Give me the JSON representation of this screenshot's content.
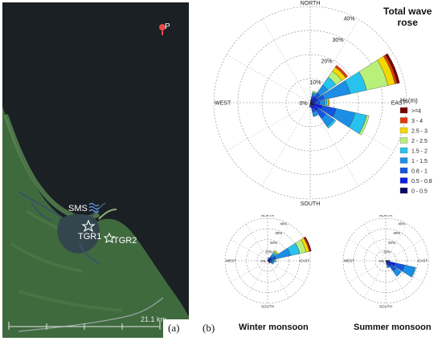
{
  "panel_a": {
    "label": "(a)",
    "sites": {
      "point_p": "P",
      "sms": "SMS",
      "tgr1": "TGR1",
      "tgr2": "TGR2"
    },
    "scale_text": "21.1 km"
  },
  "panel_b": {
    "label": "(b)"
  },
  "roses": {
    "total": {
      "title_line1": "Total wave",
      "title_line2": "rose",
      "dirs": {
        "north": "NORTH",
        "south": "SOUTH",
        "east": "EAST",
        "west": "WEST"
      },
      "rings": [
        "0%",
        "10%",
        "20%",
        "30%",
        "40%"
      ]
    },
    "winter": {
      "title": "Winter monsoon",
      "dirs": {
        "north": "NORTH",
        "south": "SOUTH",
        "east": "EAST",
        "west": "WEST"
      },
      "rings": [
        "0%",
        "10%",
        "20%",
        "30%",
        "40%"
      ]
    },
    "summer": {
      "title": "Summer monsoon",
      "dirs": {
        "north": "NORTH",
        "south": "SOUTH",
        "east": "EAST",
        "west": "WEST"
      },
      "rings": [
        "0%",
        "10%",
        "20%",
        "30%",
        "40%"
      ]
    }
  },
  "legend": {
    "title": "Hs(m)",
    "items": [
      {
        "label": ">=4",
        "color": "#7a0000"
      },
      {
        "label": "3 - 4",
        "color": "#e03a10"
      },
      {
        "label": "2.5 - 3",
        "color": "#f4d800"
      },
      {
        "label": "2 - 2.5",
        "color": "#b8f07a"
      },
      {
        "label": "1.5 - 2",
        "color": "#28c2ee"
      },
      {
        "label": "1 - 1.5",
        "color": "#1c8ee6"
      },
      {
        "label": "0.8 - 1",
        "color": "#1455e0"
      },
      {
        "label": "0.5 - 0.8",
        "color": "#0a1ee8"
      },
      {
        "label": "0 - 0.5",
        "color": "#0a0a64"
      }
    ]
  },
  "chart_data": [
    {
      "type": "wind_rose",
      "title": "Total wave rose",
      "units": "percent frequency",
      "radial_max": 40,
      "bins": [
        "0 - 0.5",
        "0.5 - 0.8",
        "0.8 - 1",
        "1 - 1.5",
        "1.5 - 2",
        "2 - 2.5",
        "2.5 - 3",
        "3 - 4",
        ">=4"
      ],
      "petals": [
        {
          "direction_deg": 67.5,
          "bin_cumulative": [
            1,
            3,
            6,
            17,
            24,
            33,
            36,
            37,
            38
          ]
        },
        {
          "direction_deg": 45,
          "bin_cumulative": [
            1,
            3,
            5,
            9,
            13,
            16,
            18,
            19,
            19
          ]
        },
        {
          "direction_deg": 22.5,
          "bin_cumulative": [
            1,
            2,
            3,
            4,
            4.5,
            5,
            5,
            5,
            5
          ]
        },
        {
          "direction_deg": 90,
          "bin_cumulative": [
            1,
            2,
            4,
            6,
            7,
            7.5,
            8,
            8,
            8
          ]
        },
        {
          "direction_deg": 112.5,
          "bin_cumulative": [
            2,
            5,
            11,
            19,
            24,
            25,
            25,
            25,
            25
          ]
        },
        {
          "direction_deg": 135,
          "bin_cumulative": [
            1.5,
            4,
            8,
            12,
            13,
            13,
            13,
            13,
            13
          ]
        },
        {
          "direction_deg": 157.5,
          "bin_cumulative": [
            1,
            2.5,
            4,
            6,
            6,
            6,
            6,
            6,
            6
          ]
        },
        {
          "direction_deg": 180,
          "bin_cumulative": [
            0.5,
            1,
            2,
            2,
            2,
            2,
            2,
            2,
            2
          ]
        }
      ]
    },
    {
      "type": "wind_rose",
      "title": "Winter monsoon",
      "units": "percent frequency",
      "radial_max": 40,
      "bins": [
        "0 - 0.5",
        "0.5 - 0.8",
        "0.8 - 1",
        "1 - 1.5",
        "1.5 - 2",
        "2 - 2.5",
        "2.5 - 3",
        "3 - 4",
        ">=4"
      ],
      "petals": [
        {
          "direction_deg": 67.5,
          "bin_cumulative": [
            1,
            4,
            8,
            22,
            31,
            37,
            40,
            41,
            42
          ]
        },
        {
          "direction_deg": 45,
          "bin_cumulative": [
            1,
            3,
            5,
            8,
            10,
            11,
            12,
            12,
            12
          ]
        },
        {
          "direction_deg": 22.5,
          "bin_cumulative": [
            0.5,
            1,
            2,
            3,
            3,
            3,
            3,
            3,
            3
          ]
        },
        {
          "direction_deg": 90,
          "bin_cumulative": [
            1,
            2,
            4,
            6,
            7,
            8,
            8,
            8,
            8
          ]
        },
        {
          "direction_deg": 112.5,
          "bin_cumulative": [
            1,
            2,
            4,
            6,
            6,
            6,
            6,
            6,
            6
          ]
        },
        {
          "direction_deg": 135,
          "bin_cumulative": [
            1,
            2,
            3,
            3,
            3,
            3,
            3,
            3,
            3
          ]
        }
      ]
    },
    {
      "type": "wind_rose",
      "title": "Summer monsoon",
      "units": "percent frequency",
      "radial_max": 40,
      "bins": [
        "0 - 0.5",
        "0.5 - 0.8",
        "0.8 - 1",
        "1 - 1.5",
        "1.5 - 2",
        "2 - 2.5",
        "2.5 - 3",
        "3 - 4",
        ">=4"
      ],
      "petals": [
        {
          "direction_deg": 112.5,
          "bin_cumulative": [
            3,
            9,
            18,
            28,
            29,
            29,
            29,
            29,
            29
          ]
        },
        {
          "direction_deg": 135,
          "bin_cumulative": [
            2,
            6,
            12,
            18,
            18,
            18,
            18,
            18,
            18
          ]
        },
        {
          "direction_deg": 157.5,
          "bin_cumulative": [
            1,
            3,
            5,
            7,
            7,
            7,
            7,
            7,
            7
          ]
        },
        {
          "direction_deg": 90,
          "bin_cumulative": [
            1,
            2,
            3,
            4,
            4,
            4,
            4,
            4,
            4
          ]
        },
        {
          "direction_deg": 45,
          "bin_cumulative": [
            0.5,
            1,
            1,
            1,
            1,
            1,
            1,
            1,
            1
          ]
        }
      ]
    }
  ]
}
